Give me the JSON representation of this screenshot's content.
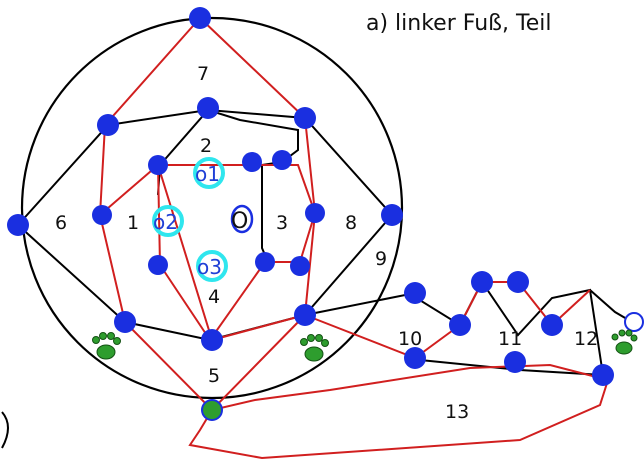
{
  "title": "a) linker Fuß, Teil",
  "region_labels": [
    "7",
    "2",
    "1",
    "3",
    "6",
    "8",
    "9",
    "4",
    "5",
    "10",
    "11",
    "12",
    "13"
  ],
  "ring_labels": [
    "o1",
    "o2",
    "o3",
    "O"
  ],
  "icons": [
    "paw-print-icon"
  ],
  "colors": {
    "bead": "#1a2fe0",
    "black_thread": "#000000",
    "red_thread": "#d11f1f",
    "ring_highlight": "#2fe6ee",
    "paw": "#2e9d2e"
  }
}
